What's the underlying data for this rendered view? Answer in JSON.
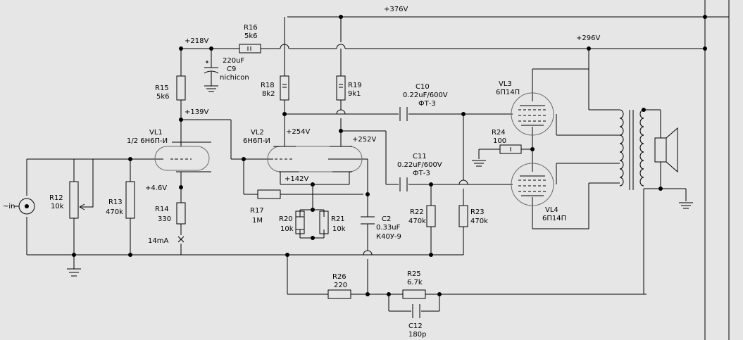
{
  "rails": {
    "v376": "+376V",
    "v296": "+296V",
    "v218": "+218V",
    "v139": "+139V",
    "v254": "+254V",
    "v252": "+252V",
    "v142": "+142V",
    "v46": "+4.6V",
    "i14": "14mA"
  },
  "input": {
    "label": "~in"
  },
  "resistors": {
    "R12": {
      "ref": "R12",
      "value": "10k"
    },
    "R13": {
      "ref": "R13",
      "value": "470k"
    },
    "R14": {
      "ref": "R14",
      "value": "330"
    },
    "R15": {
      "ref": "R15",
      "value": "5k6"
    },
    "R16": {
      "ref": "R16",
      "value": "5k6"
    },
    "R17": {
      "ref": "R17",
      "value": "1M"
    },
    "R18": {
      "ref": "R18",
      "value": "8k2"
    },
    "R19": {
      "ref": "R19",
      "value": "9k1"
    },
    "R20": {
      "ref": "R20",
      "value": "10k"
    },
    "R21": {
      "ref": "R21",
      "value": "10k"
    },
    "R22": {
      "ref": "R22",
      "value": "470k"
    },
    "R23": {
      "ref": "R23",
      "value": "470k"
    },
    "R24": {
      "ref": "R24",
      "value": "100"
    },
    "R25": {
      "ref": "R25",
      "value": "6.7k"
    },
    "R26": {
      "ref": "R26",
      "value": "220"
    }
  },
  "capacitors": {
    "C2": {
      "ref": "C2",
      "value": "0.33uF",
      "type": "К40У-9"
    },
    "C9": {
      "ref": "C9",
      "value": "220uF",
      "type": "nichicon"
    },
    "C10": {
      "ref": "C10",
      "value": "0.22uF/600V",
      "type": "ФТ-3"
    },
    "C11": {
      "ref": "C11",
      "value": "0.22uF/600V",
      "type": "ФТ-3"
    },
    "C12": {
      "ref": "C12",
      "value": "180p"
    }
  },
  "tubes": {
    "VL1": {
      "ref": "VL1",
      "type": "1/2 6Н6П-И"
    },
    "VL2": {
      "ref": "VL2",
      "type": "6Н6П-И"
    },
    "VL3": {
      "ref": "VL3",
      "type": "6П14П"
    },
    "VL4": {
      "ref": "VL4",
      "type": "6П14П"
    }
  }
}
